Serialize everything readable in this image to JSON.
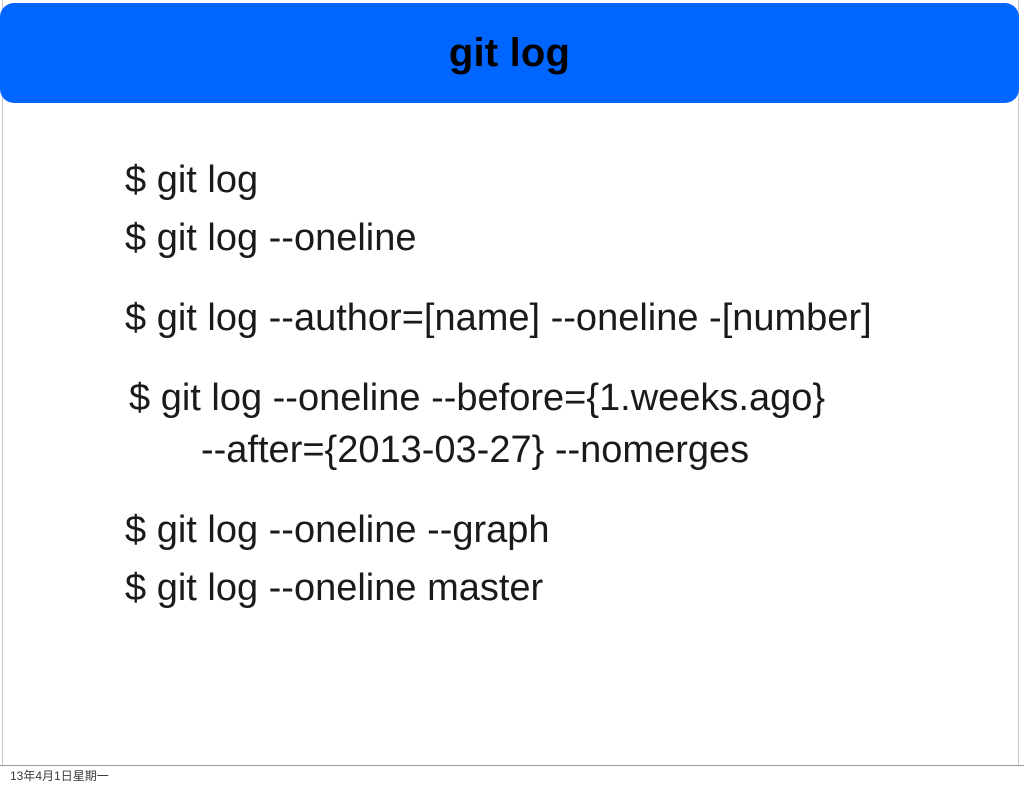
{
  "slide": {
    "title": "git log",
    "title_bar_color": "#0066FF",
    "background_color": "#FFFFFF",
    "text_color": "#1A1A1A"
  },
  "commands": [
    {
      "text": "$ git log"
    },
    {
      "text": "$ git log --oneline"
    },
    {
      "text": "$ git log --author=[name] --oneline -[number]"
    },
    {
      "text": "$ git log --oneline --before={1.weeks.ago}"
    },
    {
      "text": "--after={2013-03-27} --nomerges"
    },
    {
      "text": "$ git log --oneline --graph"
    },
    {
      "text": "$ git log --oneline master"
    }
  ],
  "footer": {
    "date": "13年4月1日星期一"
  }
}
